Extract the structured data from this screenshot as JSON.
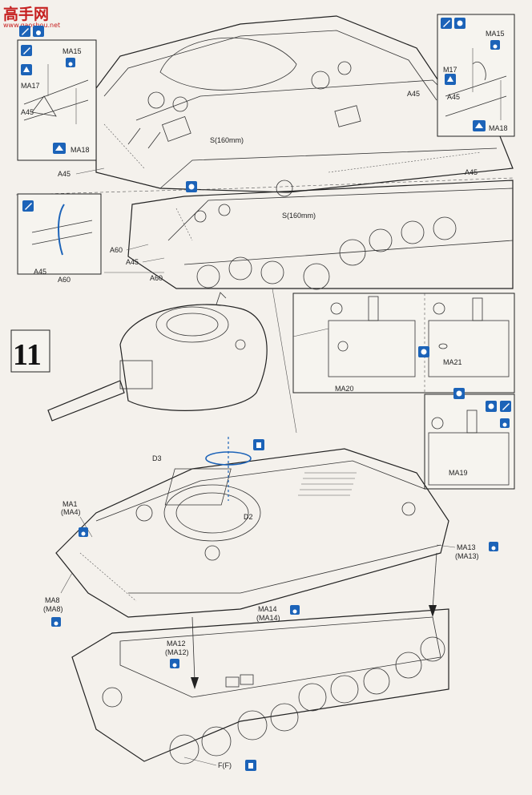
{
  "watermark": {
    "title": "高手网",
    "site": "www.gaoshou.net"
  },
  "step": {
    "number": "11"
  },
  "labels": {
    "ma15_left": "MA15",
    "ma17_left": "MA17",
    "a45_left_inset": "A45",
    "ma18_left": "MA18",
    "a45_top_left": "A45",
    "s160_top": "S(160mm)",
    "a45_top_mid": "A45",
    "ma15_right": "MA15",
    "m17_right": "M17",
    "a45_right_inset": "A45",
    "ma18_right": "MA18",
    "a45_right_hull": "A45",
    "s160_mid": "S(160mm)",
    "a60_a": "A60",
    "a45_mid": "A45",
    "a60_b": "A60",
    "a45_inset2": "A45",
    "a60_inset2": "A60",
    "ma20": "MA20",
    "ma21": "MA21",
    "ma19": "MA19",
    "d3": "D3",
    "d2": "D2",
    "ma1": "MA1",
    "ma1b": "(MA4)",
    "ma8": "MA8",
    "ma8b": "(MA8)",
    "ma13": "MA13",
    "ma13b": "(MA13)",
    "ma14": "MA14",
    "ma14b": "(MA14)",
    "ma12": "MA12",
    "ma12b": "(MA12)",
    "ff": "F(F)"
  },
  "icons": {
    "brush": "brush-icon",
    "glue": "glue-drop-icon",
    "flip": "flip-icon",
    "rotate": "rotate-view-icon",
    "cement": "cement-icon",
    "accent_color": "#1c63b8"
  }
}
